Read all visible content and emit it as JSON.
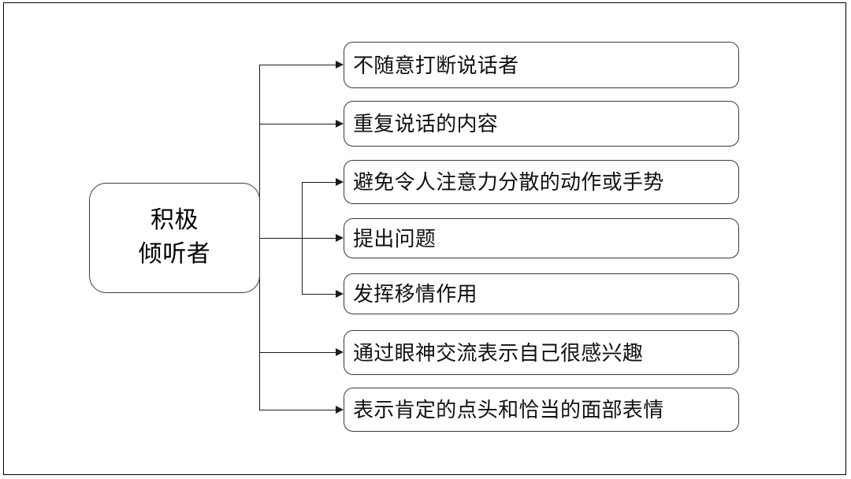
{
  "diagram": {
    "type": "horizontal-tree-mind-map",
    "root": {
      "label": "积极\n倾听者"
    },
    "children": [
      {
        "label": "不随意打断说话者",
        "branch": "main"
      },
      {
        "label": "重复说话的内容",
        "branch": "main"
      },
      {
        "label": "避免令人注意力分散的动作或手势",
        "branch": "sub"
      },
      {
        "label": "提出问题",
        "branch": "main"
      },
      {
        "label": "发挥移情作用",
        "branch": "sub"
      },
      {
        "label": "通过眼神交流表示自己很感兴趣",
        "branch": "main"
      },
      {
        "label": "表示肯定的点头和恰当的面部表情",
        "branch": "main"
      }
    ],
    "colors": {
      "background": "#ffffff",
      "node_border": "#3a3a3a",
      "connector": "#1c1c1c",
      "text": "#111111",
      "page_border": "#000000"
    }
  }
}
